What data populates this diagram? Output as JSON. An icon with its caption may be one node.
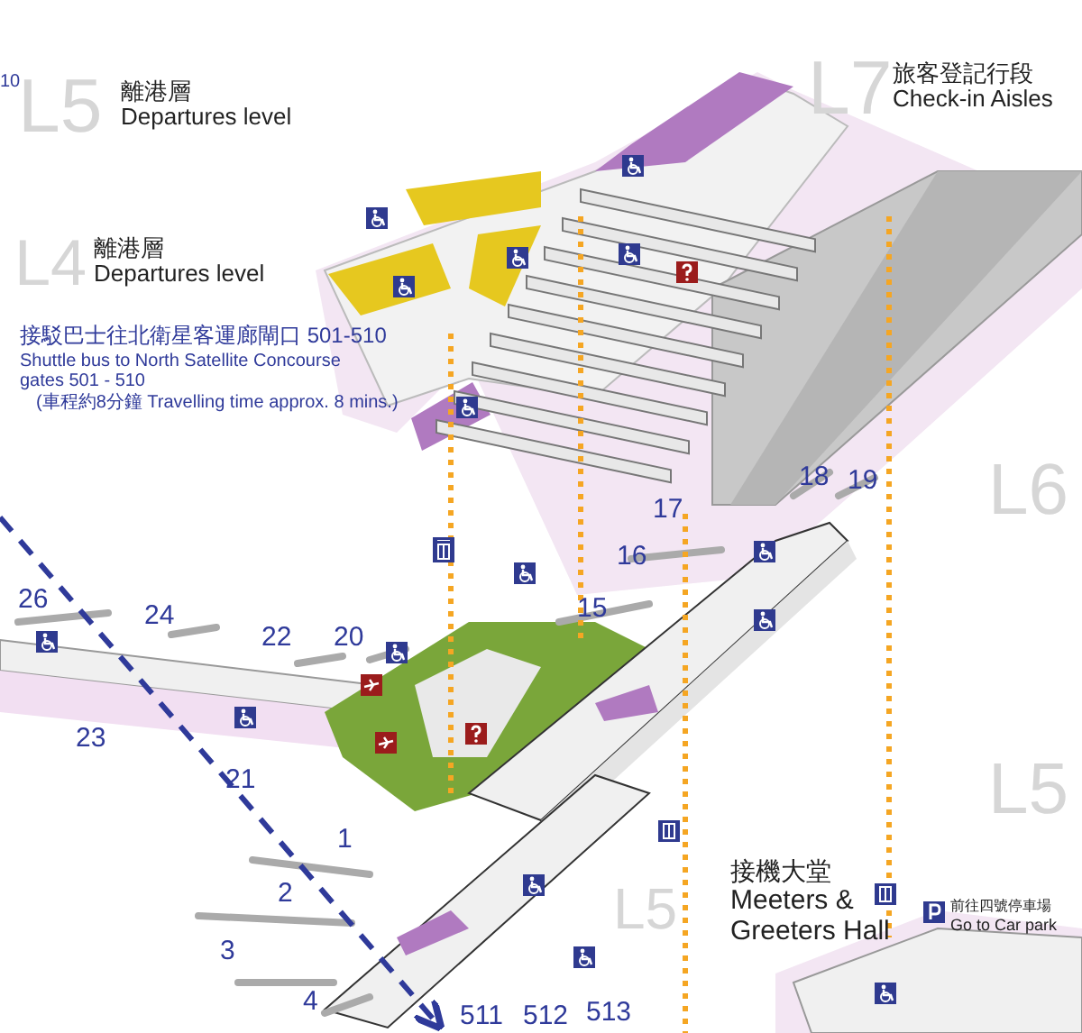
{
  "diagram": {
    "labels": [
      "10",
      "L5",
      "離港層",
      "Departures level",
      "L7",
      "旅客登記行段",
      "Check-in Aisles",
      "L4",
      "離港層",
      "Departures level",
      "接駁巴士往北衛星客運廊閘口 501-510",
      "Shuttle bus to North Satellite Concourse gates 501 - 510",
      "(車程約8分鐘 Travelling time approx. 8 mins.)",
      "L6",
      "18",
      "19",
      "17",
      "16",
      "15",
      "26",
      "24",
      "22",
      "20",
      "23",
      "21",
      "L5",
      "1",
      "2",
      "L5",
      "接機大堂",
      "Meeters & Greeters Hall",
      "前往四號停車場",
      "Go to Car park",
      "3",
      "4",
      "511",
      "512",
      "513"
    ]
  }
}
